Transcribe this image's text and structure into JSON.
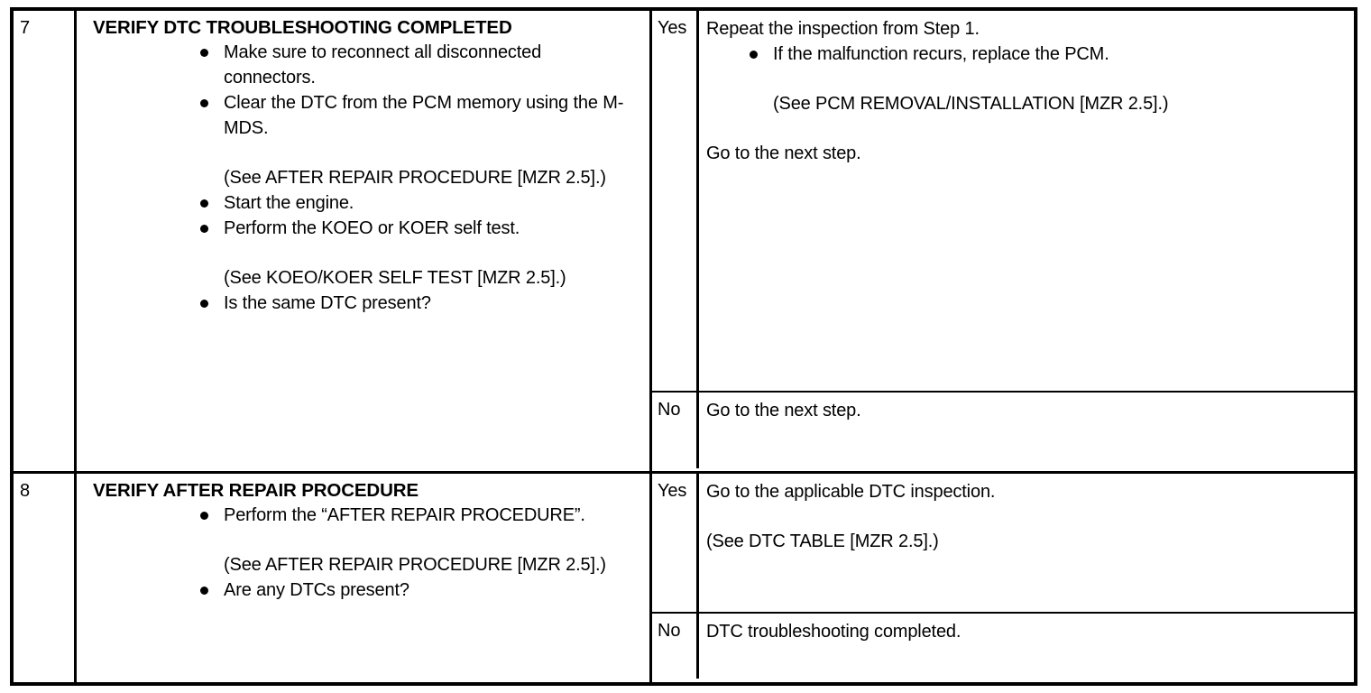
{
  "document": {
    "type": "diagnostic-troubleshooting-table",
    "rows": [
      {
        "step": "7",
        "action_title": "VERIFY DTC TROUBLESHOOTING COMPLETED",
        "action_items": [
          {
            "kind": "bullet",
            "text": "Make sure to reconnect all disconnected connectors."
          },
          {
            "kind": "bullet",
            "text": "Clear the DTC from the PCM memory using the M-MDS."
          },
          {
            "kind": "note",
            "text": "(See AFTER REPAIR PROCEDURE [MZR 2.5].)"
          },
          {
            "kind": "bullet",
            "text": "Start the engine."
          },
          {
            "kind": "bullet",
            "text": "Perform the KOEO or KOER self test."
          },
          {
            "kind": "note",
            "text": "(See KOEO/KOER SELF TEST [MZR 2.5].)"
          },
          {
            "kind": "bullet",
            "text": "Is the same DTC present?"
          }
        ],
        "results": [
          {
            "answer": "Yes",
            "lines": [
              {
                "kind": "plain",
                "text": "Repeat the inspection from Step 1."
              },
              {
                "kind": "bullet",
                "text": "If the malfunction recurs, replace the PCM."
              },
              {
                "kind": "sub",
                "text": "(See PCM REMOVAL/INSTALLATION [MZR 2.5].)"
              },
              {
                "kind": "plain",
                "text": "Go to the next step."
              }
            ]
          },
          {
            "answer": "No",
            "lines": [
              {
                "kind": "plain",
                "text": "Go to the next step."
              }
            ]
          }
        ]
      },
      {
        "step": "8",
        "action_title": "VERIFY AFTER REPAIR PROCEDURE",
        "action_items": [
          {
            "kind": "bullet",
            "text": "Perform the “AFTER REPAIR PROCEDURE”."
          },
          {
            "kind": "note",
            "text": "(See AFTER REPAIR PROCEDURE [MZR 2.5].)"
          },
          {
            "kind": "bullet",
            "text": "Are any DTCs present?"
          }
        ],
        "results": [
          {
            "answer": "Yes",
            "lines": [
              {
                "kind": "plain",
                "text": "Go to the applicable DTC inspection."
              },
              {
                "kind": "plain",
                "text": "(See DTC TABLE [MZR 2.5].)"
              }
            ]
          },
          {
            "answer": "No",
            "lines": [
              {
                "kind": "plain",
                "text": "DTC troubleshooting completed."
              }
            ]
          }
        ]
      }
    ]
  }
}
